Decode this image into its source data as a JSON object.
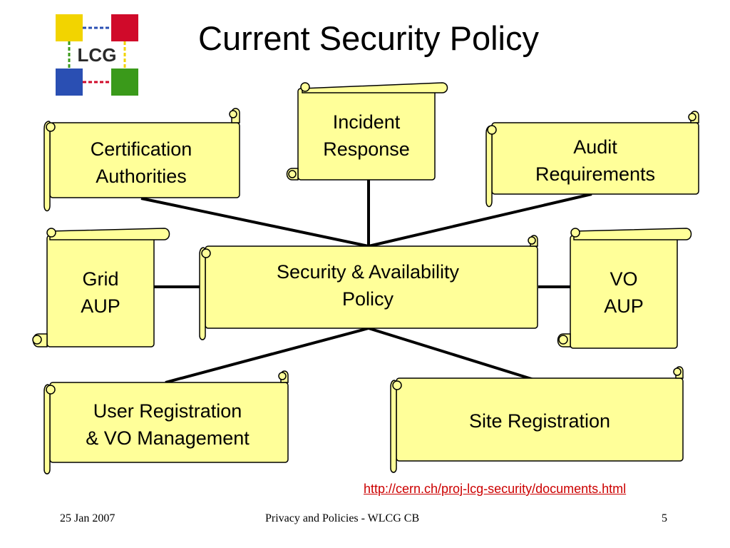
{
  "title": "Current Security Policy",
  "logo": {
    "text": "LCG",
    "colors": {
      "yellow": "#f2d400",
      "red": "#d00a2a",
      "blue": "#2a4fb3",
      "green": "#3a9a1a"
    }
  },
  "scroll_fill": "#ffff99",
  "scrolls": {
    "incident": [
      "Incident",
      "Response"
    ],
    "certification": [
      "Certification",
      "Authorities"
    ],
    "audit": [
      "Audit",
      "Requirements"
    ],
    "grid": [
      "Grid",
      "AUP"
    ],
    "central": [
      "Security & Availability",
      "Policy"
    ],
    "vo": [
      "VO",
      "AUP"
    ],
    "user": [
      "User Registration",
      "& VO Management"
    ],
    "site": [
      "Site Registration"
    ]
  },
  "link": "http://cern.ch/proj-lcg-security/documents.html",
  "footer": {
    "date": "25 Jan 2007",
    "center": "Privacy and Policies - WLCG CB",
    "page": "5"
  }
}
